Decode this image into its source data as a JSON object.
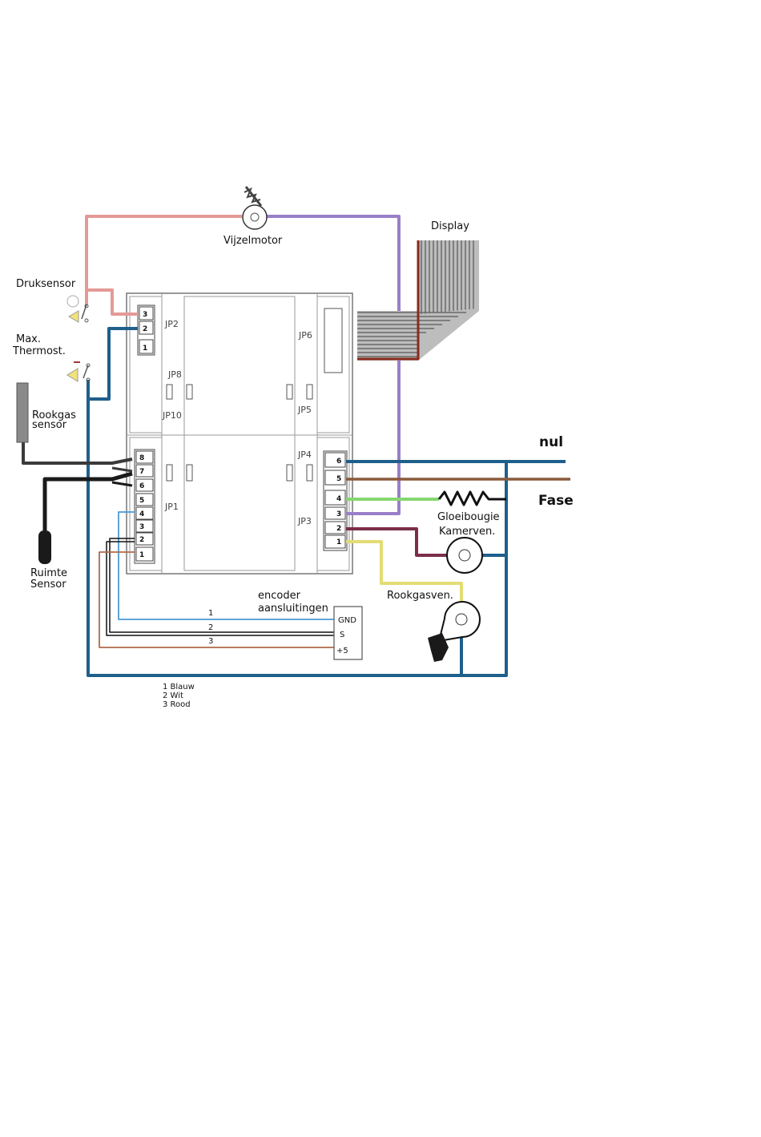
{
  "labels": {
    "vijzelmotor": "Vijzelmotor",
    "display": "Display",
    "druksensor": "Druksensor",
    "max_thermost_1": "Max.",
    "max_thermost_2": "Thermost.",
    "rookgas_sensor_1": "Rookgas",
    "rookgas_sensor_2": "sensor",
    "ruimte_sensor_1": "Ruimte",
    "ruimte_sensor_2": "Sensor",
    "nul": "nul",
    "fase": "Fase",
    "gloeibougie": "Gloeibougie",
    "kamerven": "Kamerven.",
    "rookgasven": "Rookgasven.",
    "encoder_1": "encoder",
    "encoder_2": "aansluitingen"
  },
  "connectors": {
    "jp2": "JP2",
    "jp8": "JP8",
    "jp10": "JP10",
    "jp1": "JP1",
    "jp6": "JP6",
    "jp5": "JP5",
    "jp4": "JP4",
    "jp3": "JP3"
  },
  "pins": {
    "jp2": [
      "3",
      "2",
      "1"
    ],
    "jp1": [
      "8",
      "7",
      "6",
      "5",
      "4",
      "3",
      "2",
      "1"
    ],
    "jp4": [
      "6",
      "5",
      "4",
      "3",
      "2",
      "1"
    ]
  },
  "encoder": {
    "terminals": [
      "GND",
      "S",
      "+5"
    ],
    "wire_numbers": [
      "1",
      "2",
      "3"
    ]
  },
  "legend": [
    "1 Blauw",
    "2 Wit",
    "3 Rood"
  ],
  "colors": {
    "blue": "#1f5f8b",
    "pink": "#e49a96",
    "purple": "#9a7ec8",
    "green": "#86d66f",
    "brown": "#8a5a3c",
    "yellow": "#e3dc74",
    "maroon": "#7a2e4a",
    "black": "#1a1a1a",
    "light_blue": "#4a9ad8",
    "brown_light": "#b06a4a",
    "ribbon": "#7a7a7a",
    "ribbon_edge": "#8b2a1e"
  }
}
